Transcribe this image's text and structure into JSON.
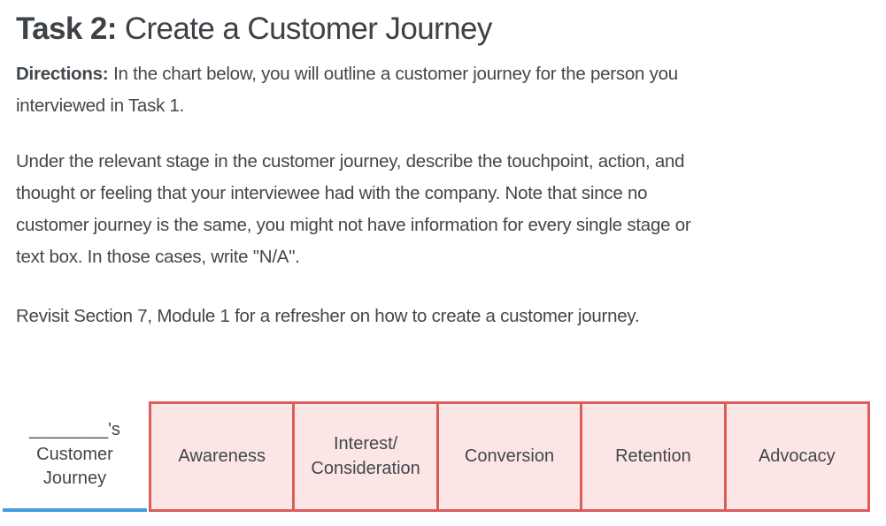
{
  "title": {
    "label": "Task 2:",
    "text": "Create a Customer Journey"
  },
  "directions": {
    "label": "Directions:",
    "text": "In the chart below, you will outline a customer journey for the person you\ninterviewed in Task 1."
  },
  "body_paragraph": "Under the relevant stage in the customer journey, describe the touchpoint, action, and\nthought or feeling that your interviewee had with the company. Note that since no\ncustomer journey is the same, you might not have information for every single stage or\ntext box. In those cases, write \"N/A\".",
  "revisit_paragraph": "Revisit Section 7, Module 1 for a refresher on how to create a customer journey.",
  "journey_table": {
    "owner_cell": "________'s\nCustomer\nJourney",
    "stages": [
      "Awareness",
      "Interest/\nConsideration",
      "Conversion",
      "Retention",
      "Advocacy"
    ]
  },
  "colors": {
    "text": "#42474c",
    "stage_fill": "#fce5e5",
    "stage_border": "#dc5c5c",
    "owner_underline": "#3f9fd8"
  }
}
